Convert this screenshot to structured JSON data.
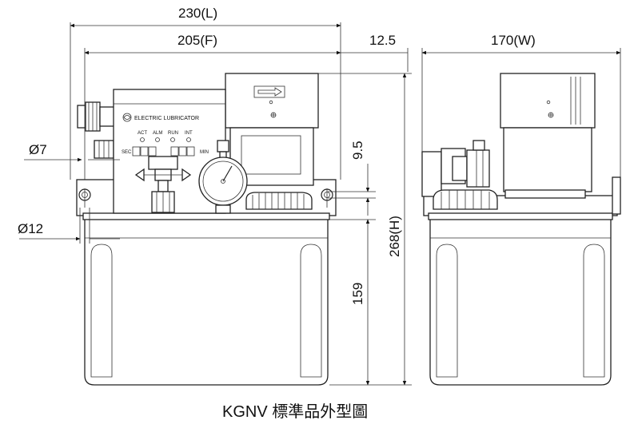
{
  "dimensions": {
    "overall_length": "230(L)",
    "frame_length": "205(F)",
    "offset": "12.5",
    "width": "170(W)",
    "hole_small": "Ø7",
    "hole_large": "Ø12",
    "mount_height": "9.5",
    "total_height": "268(H)",
    "tank_height": "159"
  },
  "panel": {
    "title": "ELECTRIC LUBRICATOR",
    "led_act": "ACT",
    "led_alm": "ALM",
    "led_run": "RUN",
    "led_int": "INT",
    "sec_label": "SEC",
    "min_label": "MIN"
  },
  "caption": "KGNV 標準品外型圖"
}
